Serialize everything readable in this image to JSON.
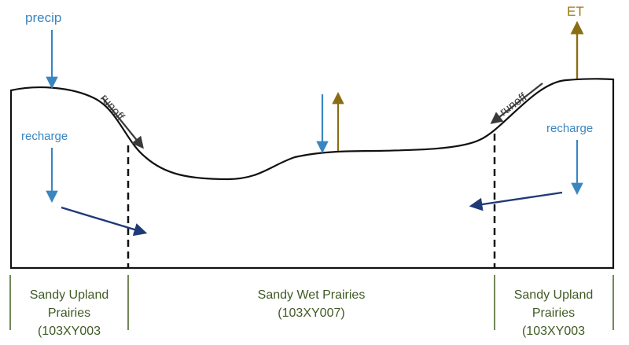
{
  "colors": {
    "blue": "#3a86c0",
    "navy": "#1f3a78",
    "gold": "#8a6d12",
    "dark": "#3a3a3a",
    "green": "#4f6b2e",
    "outline": "#111111"
  },
  "labels": {
    "precip": "precip",
    "et": "ET",
    "runoff_left": "runoff",
    "runoff_right": "runoff",
    "recharge_left": "recharge",
    "recharge_right": "recharge"
  },
  "zones": [
    {
      "name_line1": "Sandy Upland",
      "name_line2": "Prairies",
      "code": "(103XY003"
    },
    {
      "name_line1": "Sandy Wet Prairies",
      "code": "(103XY007)"
    },
    {
      "name_line1": "Sandy Upland",
      "name_line2": "Prairies",
      "code": "(103XY003"
    }
  ]
}
